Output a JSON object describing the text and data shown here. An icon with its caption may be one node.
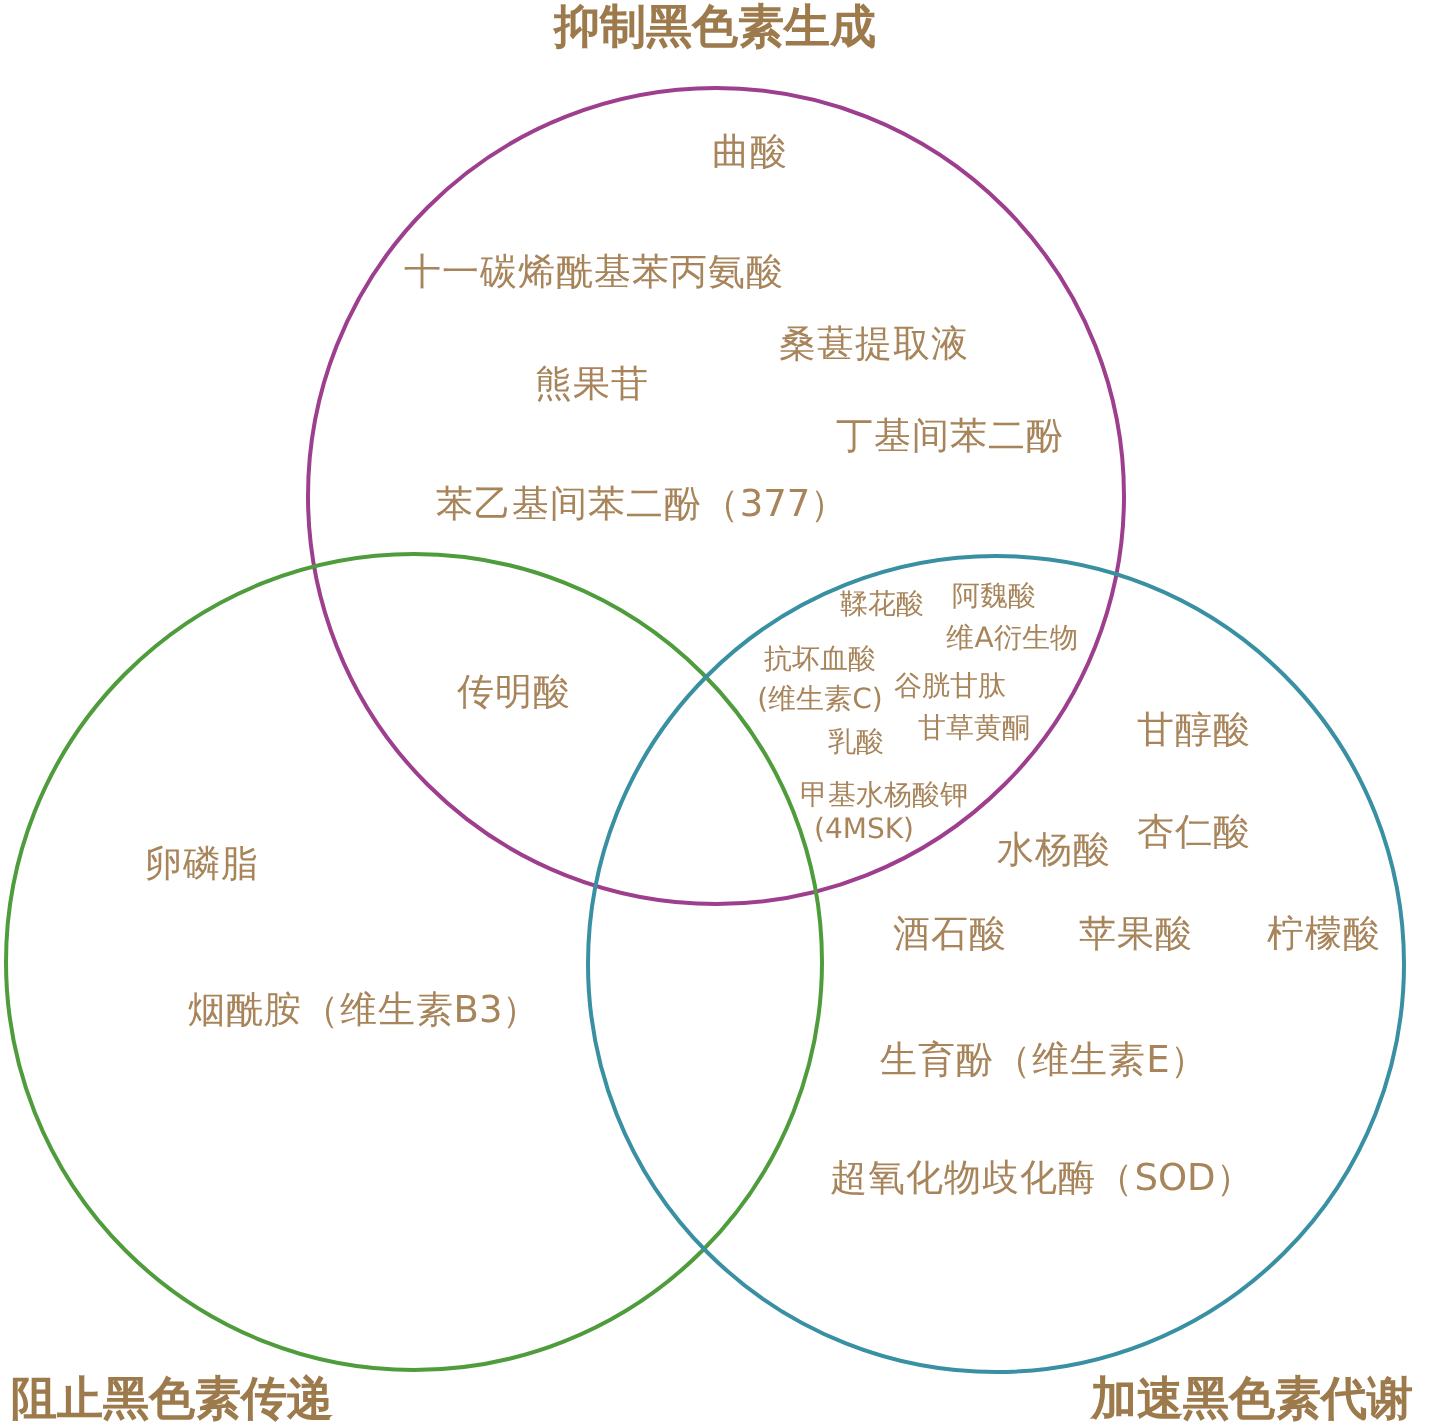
{
  "diagram": {
    "nodes": [
      {
        "text": [
          "抑制黑色素生成"
        ]
      },
      {
        "text": [
          "阻止黑色素传递"
        ]
      },
      {
        "text": [
          "加速黑色素代谢"
        ]
      }
    ],
    "labels": [
      "曲酸",
      "十一碳烯酰基苯丙氨酸",
      "桑葚提取液",
      "熊果苷",
      "丁基间苯二酚",
      "苯乙基间苯二酚（377）",
      "鞣花酸",
      "阿魏酸",
      "维A衍生物",
      "传明酸",
      "抗坏血酸(维生素C)",
      "谷胱甘肽",
      "乳酸",
      "甘草黄酮",
      "甘醇酸",
      "甲基水杨酸钾(4MSK)",
      "卵磷脂",
      "水杨酸",
      "杏仁酸",
      "酒石酸",
      "苹果酸",
      "柠檬酸",
      "烟酰胺（维生素B3）",
      "生育酚（维生素E）",
      "超氧化物歧化酶（SOD）"
    ]
  }
}
